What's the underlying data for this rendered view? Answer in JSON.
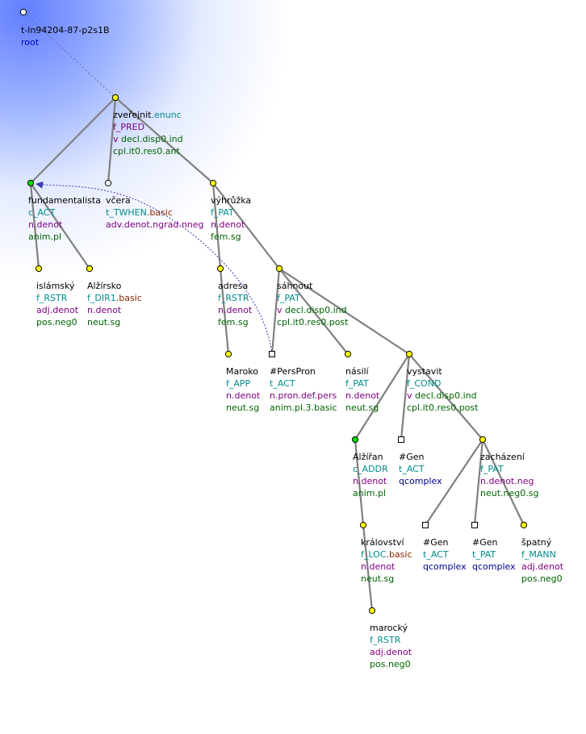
{
  "colors": {
    "edge": "#808080",
    "coref": "#3a3ab0",
    "node_yellow": "#ffff00",
    "node_green": "#00dd00",
    "node_white": "#ffffff",
    "lemma": "#000000",
    "functor": "#008b8b",
    "gram_purple": "#800080",
    "gram_green": "#006400",
    "gram_navy": "#00008b",
    "basic": "#8b2500"
  },
  "tree": {
    "root": {
      "id": "t-ln94204-87-p2s1B",
      "label": "root"
    },
    "nodes": [
      {
        "key": "zverejnit",
        "shape": "circle",
        "fill": "yellow",
        "lines": [
          [
            [
              "zveřejnit",
              "black"
            ],
            [
              ".enunc",
              "teal"
            ]
          ],
          [
            [
              "f_PRED",
              "purple"
            ]
          ],
          [
            [
              "v",
              "purple"
            ],
            [
              " decl.disp0.ind",
              "green"
            ]
          ],
          [
            [
              "cpl.it0.res0.ant",
              "green"
            ]
          ]
        ]
      },
      {
        "key": "fundamentalista",
        "shape": "circle",
        "fill": "green",
        "lines": [
          [
            [
              "fundamentalista",
              "black"
            ]
          ],
          [
            [
              "c_ACT",
              "teal"
            ]
          ],
          [
            [
              "n.denot",
              "purple"
            ]
          ],
          [
            [
              "anim.pl",
              "green"
            ]
          ]
        ]
      },
      {
        "key": "vcera",
        "shape": "circle",
        "fill": "white",
        "lines": [
          [
            [
              "včera",
              "black"
            ]
          ],
          [
            [
              "t_TWHEN",
              "teal"
            ],
            [
              ".basic",
              "brown"
            ]
          ],
          [
            [
              "adv.denot.ngrad.nneg",
              "purple"
            ]
          ]
        ]
      },
      {
        "key": "vyhruzka",
        "shape": "circle",
        "fill": "yellow",
        "lines": [
          [
            [
              "výhrůžka",
              "black"
            ]
          ],
          [
            [
              "f_PAT",
              "teal"
            ]
          ],
          [
            [
              "n.denot",
              "purple"
            ]
          ],
          [
            [
              "fem.sg",
              "green"
            ]
          ]
        ]
      },
      {
        "key": "islamsky",
        "shape": "circle",
        "fill": "yellow",
        "lines": [
          [
            [
              "islámský",
              "black"
            ]
          ],
          [
            [
              "f_RSTR",
              "teal"
            ]
          ],
          [
            [
              "adj.denot",
              "purple"
            ]
          ],
          [
            [
              "pos.neg0",
              "green"
            ]
          ]
        ]
      },
      {
        "key": "alzirsko",
        "shape": "circle",
        "fill": "yellow",
        "lines": [
          [
            [
              "Alžírsko",
              "black"
            ]
          ],
          [
            [
              "f_DIR1",
              "teal"
            ],
            [
              ".basic",
              "brown"
            ]
          ],
          [
            [
              "n.denot",
              "purple"
            ]
          ],
          [
            [
              "neut.sg",
              "green"
            ]
          ]
        ]
      },
      {
        "key": "adresa",
        "shape": "circle",
        "fill": "yellow",
        "lines": [
          [
            [
              "adresa",
              "black"
            ]
          ],
          [
            [
              "f_RSTR",
              "teal"
            ]
          ],
          [
            [
              "n.denot",
              "purple"
            ]
          ],
          [
            [
              "fem.sg",
              "green"
            ]
          ]
        ]
      },
      {
        "key": "sahnout",
        "shape": "circle",
        "fill": "yellow",
        "lines": [
          [
            [
              "sáhnout",
              "black"
            ]
          ],
          [
            [
              "f_PAT",
              "teal"
            ]
          ],
          [
            [
              "v",
              "purple"
            ],
            [
              " decl.disp0.ind",
              "green"
            ]
          ],
          [
            [
              "cpl.it0.res0.post",
              "green"
            ]
          ]
        ]
      },
      {
        "key": "maroko",
        "shape": "circle",
        "fill": "yellow",
        "lines": [
          [
            [
              "Maroko",
              "black"
            ]
          ],
          [
            [
              "f_APP",
              "teal"
            ]
          ],
          [
            [
              "n.denot",
              "purple"
            ]
          ],
          [
            [
              "neut.sg",
              "green"
            ]
          ]
        ]
      },
      {
        "key": "perspron",
        "shape": "square",
        "fill": "white",
        "lines": [
          [
            [
              "#PersPron",
              "black"
            ]
          ],
          [
            [
              "t_ACT",
              "teal"
            ]
          ],
          [
            [
              "n.pron.def.pers",
              "purple"
            ]
          ],
          [
            [
              "anim.pl.3.basic",
              "green"
            ]
          ]
        ]
      },
      {
        "key": "nasili",
        "shape": "circle",
        "fill": "yellow",
        "lines": [
          [
            [
              "násilí",
              "black"
            ]
          ],
          [
            [
              "f_PAT",
              "teal"
            ]
          ],
          [
            [
              "n.denot",
              "purple"
            ]
          ],
          [
            [
              "neut.sg",
              "green"
            ]
          ]
        ]
      },
      {
        "key": "vystavit",
        "shape": "circle",
        "fill": "yellow",
        "lines": [
          [
            [
              "vystavit",
              "black"
            ]
          ],
          [
            [
              "f_COND",
              "teal"
            ]
          ],
          [
            [
              "v",
              "purple"
            ],
            [
              " decl.disp0.ind",
              "green"
            ]
          ],
          [
            [
              "cpl.it0.res0.post",
              "green"
            ]
          ]
        ]
      },
      {
        "key": "alziran",
        "shape": "circle",
        "fill": "green",
        "lines": [
          [
            [
              "Alžířan",
              "black"
            ]
          ],
          [
            [
              "c_ADDR",
              "teal"
            ]
          ],
          [
            [
              "n.denot",
              "purple"
            ]
          ],
          [
            [
              "anim.pl",
              "green"
            ]
          ]
        ]
      },
      {
        "key": "gen1",
        "shape": "square",
        "fill": "white",
        "lines": [
          [
            [
              "#Gen",
              "black"
            ]
          ],
          [
            [
              "t_ACT",
              "teal"
            ]
          ],
          [
            [
              "qcomplex",
              "navy"
            ]
          ]
        ]
      },
      {
        "key": "zachazeni",
        "shape": "circle",
        "fill": "yellow",
        "lines": [
          [
            [
              "zacházení",
              "black"
            ]
          ],
          [
            [
              "f_PAT",
              "teal"
            ]
          ],
          [
            [
              "n.denot.neg",
              "purple"
            ]
          ],
          [
            [
              "neut.neg0.sg",
              "green"
            ]
          ]
        ]
      },
      {
        "key": "kralovstvi",
        "shape": "circle",
        "fill": "yellow",
        "lines": [
          [
            [
              "království",
              "black"
            ]
          ],
          [
            [
              "f_LOC",
              "teal"
            ],
            [
              ".basic",
              "brown"
            ]
          ],
          [
            [
              "n.denot",
              "purple"
            ]
          ],
          [
            [
              "neut.sg",
              "green"
            ]
          ]
        ]
      },
      {
        "key": "gen2",
        "shape": "square",
        "fill": "white",
        "lines": [
          [
            [
              "#Gen",
              "black"
            ]
          ],
          [
            [
              "t_ACT",
              "teal"
            ]
          ],
          [
            [
              "qcomplex",
              "navy"
            ]
          ]
        ]
      },
      {
        "key": "gen3",
        "shape": "square",
        "fill": "white",
        "lines": [
          [
            [
              "#Gen",
              "black"
            ]
          ],
          [
            [
              "t_PAT",
              "teal"
            ]
          ],
          [
            [
              "qcomplex",
              "navy"
            ]
          ]
        ]
      },
      {
        "key": "spatny",
        "shape": "circle",
        "fill": "yellow",
        "lines": [
          [
            [
              "špatný",
              "black"
            ]
          ],
          [
            [
              "f_MANN",
              "teal"
            ]
          ],
          [
            [
              "adj.denot",
              "purple"
            ]
          ],
          [
            [
              "pos.neg0",
              "green"
            ]
          ]
        ]
      },
      {
        "key": "marocky",
        "shape": "circle",
        "fill": "yellow",
        "lines": [
          [
            [
              "marocký",
              "black"
            ]
          ],
          [
            [
              "f_RSTR",
              "teal"
            ]
          ],
          [
            [
              "adj.denot",
              "purple"
            ]
          ],
          [
            [
              "pos.neg0",
              "green"
            ]
          ]
        ]
      }
    ],
    "edges": [
      [
        "root",
        "zverejnit",
        "dotted"
      ],
      [
        "zverejnit",
        "fundamentalista",
        "solid"
      ],
      [
        "zverejnit",
        "vcera",
        "solid"
      ],
      [
        "zverejnit",
        "vyhruzka",
        "solid"
      ],
      [
        "fundamentalista",
        "islamsky",
        "solid"
      ],
      [
        "fundamentalista",
        "alzirsko",
        "solid"
      ],
      [
        "vyhruzka",
        "adresa",
        "solid"
      ],
      [
        "vyhruzka",
        "sahnout",
        "solid"
      ],
      [
        "adresa",
        "maroko",
        "solid"
      ],
      [
        "sahnout",
        "perspron",
        "solid"
      ],
      [
        "sahnout",
        "nasili",
        "solid"
      ],
      [
        "sahnout",
        "vystavit",
        "solid"
      ],
      [
        "vystavit",
        "alziran",
        "solid"
      ],
      [
        "vystavit",
        "gen1",
        "solid"
      ],
      [
        "vystavit",
        "zachazeni",
        "solid"
      ],
      [
        "alziran",
        "kralovstvi",
        "solid"
      ],
      [
        "kralovstvi",
        "marocky",
        "solid"
      ],
      [
        "zachazeni",
        "gen2",
        "solid"
      ],
      [
        "zachazeni",
        "gen3",
        "solid"
      ],
      [
        "zachazeni",
        "spatny",
        "solid"
      ]
    ],
    "coref": [
      [
        "perspron",
        "fundamentalista"
      ]
    ]
  }
}
